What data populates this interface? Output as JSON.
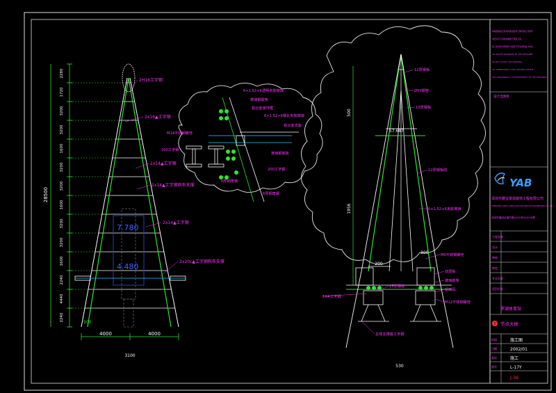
{
  "colors": {
    "background": "#000000",
    "frame": "#e0e0e0",
    "steel": "#2ee62e",
    "dimension": "#ffffff",
    "annotation": "#ff33ff",
    "cloud": "#e8e8e8",
    "gridline": "#33ccff",
    "title_red": "#ff3333",
    "logo_blue": "#3aa0ff"
  },
  "left_elevation": {
    "dims_vertical": [
      "2280",
      "1720",
      "3200",
      "3200",
      "1600",
      "3200",
      "3200",
      "1600",
      "3200",
      "3200",
      "1600",
      "2240",
      "4440",
      "2240"
    ],
    "total_height": "28500",
    "dims_bottom": [
      "4000",
      "4000"
    ],
    "total_width": "3100",
    "levels": [
      "7.780",
      "4.480"
    ],
    "labels": [
      "2H16工字钢",
      "2x16▲工字钢",
      "2x14▲工字钢",
      "2x14▲工字钢斜布支撑",
      "2x14▲工字钢",
      "2x20c▲工字钢斜布支撑"
    ],
    "base_dim": "500"
  },
  "node_detail": {
    "labels": [
      "6+1.52+6透明夹胶玻璃",
      "玻璃钢胶条",
      "铝合金装饰框",
      "6+1.52+6钢化夹胶玻璃",
      "铝合金支座",
      "M14不锈钢螺栓",
      "200工字钢",
      "玻璃钢底板",
      "200工字钢",
      "6厚钢角钢",
      "6厚钢角钢"
    ]
  },
  "right_detail": {
    "dims": [
      "500",
      "1956",
      "200",
      "300",
      "530"
    ],
    "labels": [
      "12厚钢板",
      "Ø50钢管",
      "10厚钢板",
      "12厚钢板肋",
      "6+1.52+6夹胶玻璃",
      "M6不锈钢螺栓",
      "双层板",
      "玻璃胶条",
      "铝角码",
      "M12不锈钢螺栓",
      "14#工字钢",
      "15厚钢板",
      "总体支撑底工字钢"
    ],
    "top_dim": "57.687"
  },
  "title_block": {
    "notes": [
      "本图纸版权归深圳市雅宝装饰工程有限公司所有",
      "未经许可不得复制或用于其他工程",
      "施工前请核对现场尺寸如有不符请通知设计单位",
      "ALL RIGHTS RESERVED BY THE DESIGNER",
      "DO NOT SCALE THIS DRAWING",
      "ALL DIMENSIONS TO BE CHECKED ON SITE",
      "ANY DISCREPANCY TO BE REPORTED TO THE DESIGNER"
    ],
    "stamp_label": "设计出图章",
    "logo_text": "YAB",
    "company_cn": "深圳市雅宝景观装饰工程有限公司",
    "company_en": "SHENZHEN YABAO LANDSCAPE DECORATION ENGINEERING CO.,LTD",
    "address": "深圳市福田区福华路XXXX号XXXX大厦",
    "rows": [
      "工程名称",
      "设计",
      "审核",
      "审定",
      "专业负责",
      "项目负责"
    ],
    "project_name": "罗湖体育馆",
    "drawing_title": "节点大样",
    "drawing_title_marker": "3",
    "stage_label": "阶段",
    "stage_value": "施工图",
    "date_label": "日期",
    "date_value": "2002/01",
    "type_label": "类别",
    "type_value": "施工",
    "no_label": "图号",
    "no_value": "L-17Y",
    "sheet_no": "J-36"
  }
}
